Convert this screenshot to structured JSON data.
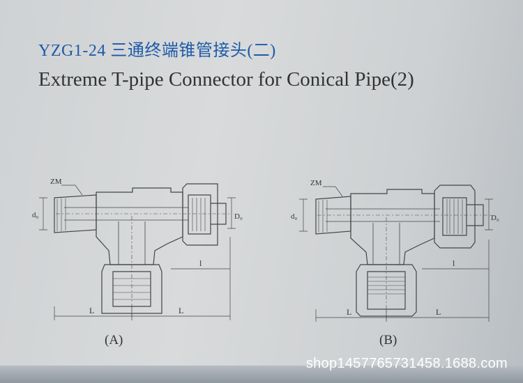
{
  "title_cn": "YZG1-24 三通终端锥管接头(二)",
  "title_en": "Extreme T-pipe Connector for Conical Pipe(2)",
  "figure_a": {
    "caption": "(A)",
    "labels": {
      "zm": "ZM",
      "d0": "d₀",
      "D0": "D₀",
      "l": "l",
      "L1": "L",
      "L2": "L"
    }
  },
  "figure_b": {
    "caption": "(B)",
    "labels": {
      "zm": "ZM",
      "d0": "d₀",
      "D0": "D₀",
      "l": "l",
      "L1": "L",
      "L2": "L"
    }
  },
  "watermark": "shop1457765731458.1688.com"
}
